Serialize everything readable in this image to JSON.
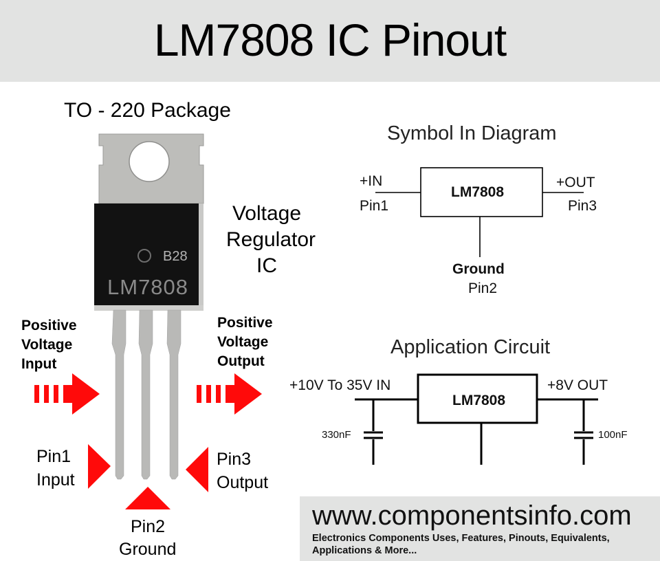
{
  "header": {
    "title": "LM7808 IC Pinout"
  },
  "package": {
    "title": "TO - 220 Package",
    "chip_marking": "LM7808",
    "chip_code": "B28",
    "description_lines": [
      "Voltage",
      "Regulator",
      "IC"
    ]
  },
  "pins": {
    "input_side_label": [
      "Positive",
      "Voltage",
      "Input"
    ],
    "output_side_label": [
      "Positive",
      "Voltage",
      "Output"
    ],
    "pin1": [
      "Pin1",
      "Input"
    ],
    "pin2": [
      "Pin2",
      "Ground"
    ],
    "pin3": [
      "Pin3",
      "Output"
    ]
  },
  "symbol": {
    "title": "Symbol In Diagram",
    "chip": "LM7808",
    "in_label": "+IN",
    "in_pin": "Pin1",
    "out_label": "+OUT",
    "out_pin": "Pin3",
    "gnd_label": "Ground",
    "gnd_pin": "Pin2"
  },
  "application": {
    "title": "Application Circuit",
    "chip": "LM7808",
    "input_label": "+10V To 35V IN",
    "output_label": "+8V OUT",
    "input_cap": "330nF",
    "output_cap": "100nF"
  },
  "footer": {
    "url": "www.componentsinfo.com",
    "tagline_line1": "Electronics Components Uses, Features, Pinouts, Equivalents,",
    "tagline_line2": "Applications & More..."
  },
  "colors": {
    "arrow_red": "#ff0a0a",
    "banner_gray": "#e2e3e2",
    "metal": "#b8b8b6",
    "chip_body": "#111111"
  }
}
